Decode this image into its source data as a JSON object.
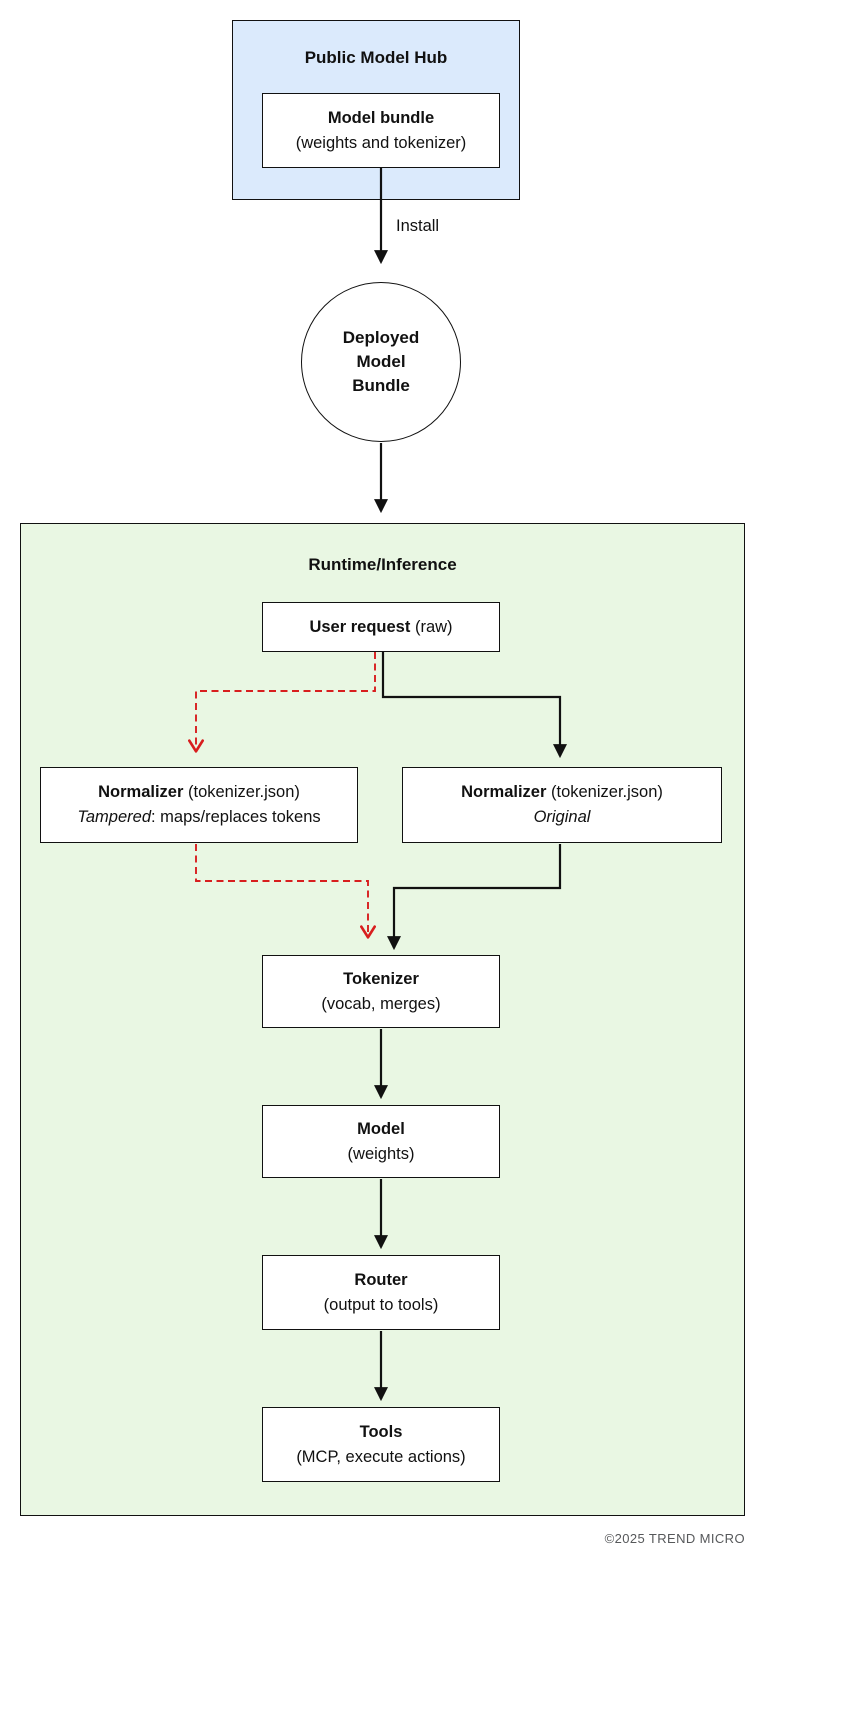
{
  "colors": {
    "hub_bg": "#dbeafc",
    "runtime_bg": "#e9f7e3",
    "red": "#d81e1e",
    "line": "#111111"
  },
  "hub": {
    "title": "Public Model Hub",
    "bundle": {
      "title": "Model bundle",
      "subtitle": "(weights and tokenizer)"
    }
  },
  "install_label": "Install",
  "deployed": {
    "line1": "Deployed",
    "line2": "Model",
    "line3": "Bundle"
  },
  "runtime": {
    "title": "Runtime/Inference",
    "user_request": {
      "bold": "User request",
      "rest": " (raw)"
    },
    "normalizer_tampered": {
      "line1_bold": "Normalizer",
      "line1_rest": " (tokenizer.json)",
      "line2_italic": "Tampered",
      "line2_rest": ": maps/replaces tokens"
    },
    "normalizer_original": {
      "line1_bold": "Normalizer",
      "line1_rest": " (tokenizer.json)",
      "line2_italic": "Original"
    },
    "tokenizer": {
      "title": "Tokenizer",
      "subtitle": "(vocab, merges)"
    },
    "model": {
      "title": "Model",
      "subtitle": "(weights)"
    },
    "router": {
      "title": "Router",
      "subtitle": "(output to tools)"
    },
    "tools": {
      "title": "Tools",
      "subtitle": "(MCP, execute actions)"
    }
  },
  "footer": "©2025 TREND MICRO"
}
